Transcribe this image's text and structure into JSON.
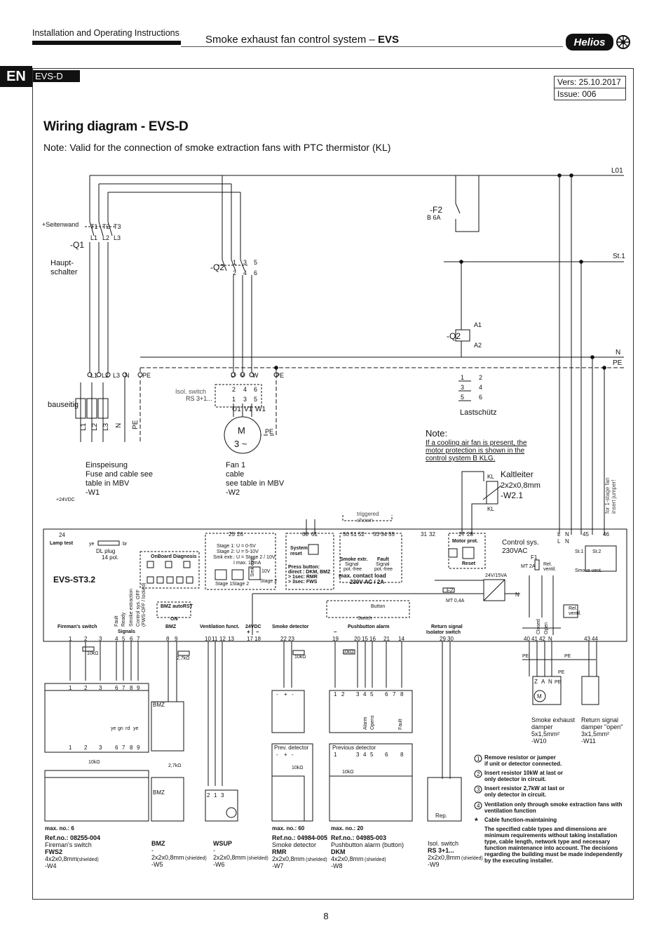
{
  "header": {
    "left": "Installation and Operating Instructions",
    "title_main": "Smoke exhaust fan control system – ",
    "title_bold": "EVS",
    "logo": "Helios"
  },
  "tabs": {
    "lang": "EN",
    "section": "EVS-D"
  },
  "version": {
    "vers": "Vers: 25.10.2017",
    "issue": "Issue: 006"
  },
  "diagram": {
    "title": "Wiring diagram - EVS-D",
    "note": "Note: Valid for the connection of smoke extraction fans with PTC thermistor (KL)"
  },
  "rails": {
    "l01": "L01",
    "st1": "St.1",
    "n": "N",
    "pe": "PE"
  },
  "mains": {
    "seitenwand": "+Seitenwand",
    "q1": "-Q1",
    "hauptschalter_1": "Haupt-",
    "hauptschalter_2": "schalter",
    "t_terms": [
      "T1",
      "T2",
      "T3"
    ],
    "l_terms": [
      "L1",
      "L2",
      "L3"
    ],
    "bauseitig": "bauseitig",
    "supply_terms": [
      "L1",
      "L2",
      "L3",
      "N",
      "PE"
    ],
    "supply_side": [
      "L1",
      "L2",
      "L3",
      "N",
      "PE"
    ],
    "einspeisung_1": "Einspeisung",
    "einspeisung_2": "Fuse and cable see",
    "einspeisung_3": "table in MBV",
    "einspeisung_4": "-W1"
  },
  "q2": {
    "label": "-Q2",
    "top": [
      "1",
      "3",
      "5"
    ],
    "bottom": [
      "2",
      "4",
      "6"
    ],
    "coil_label": "-Q2",
    "a1": "A1",
    "a2": "A2"
  },
  "f2": {
    "label": "-F2",
    "rating": "B 6A"
  },
  "motor": {
    "terms": [
      "U",
      "V",
      "W",
      "PE"
    ],
    "isol_1": "Isol. switch",
    "isol_2": "RS 3+1...",
    "rs_terms": [
      "2",
      "4",
      "6",
      "1",
      "3",
      "5"
    ],
    "outs": [
      "U1",
      "V1",
      "W1"
    ],
    "m": "M",
    "phase": "3 ~",
    "pe": "PE",
    "fan_1": "Fan 1",
    "fan_2": "cable",
    "fan_3": "see table in MBV",
    "fan_4": "-W2"
  },
  "lastschuetz": {
    "label": "Lastschütz",
    "pairs": [
      [
        "1",
        "2"
      ],
      [
        "3",
        "4"
      ],
      [
        "5",
        "6"
      ]
    ]
  },
  "cooling_note": {
    "title": "Note:",
    "l1": "If a cooling air fan is present, the",
    "l2": "motor protection is shown in the",
    "l3": "control system B KLG."
  },
  "kaltleiter": {
    "label": "Kaltleiter",
    "cable": "2x2x0,8mm",
    "w": "-W2.1",
    "kl": "KL"
  },
  "stage_fan": {
    "l1": "for 1-stage fan",
    "l2": "insert jumper!"
  },
  "controller": {
    "name": "EVS-ST3.2",
    "v24": "+24VDC",
    "lamp_test": "Lamp test",
    "ye": "ye",
    "br": "br",
    "dl_1": "DL plug",
    "dl_2": "14 pol.",
    "onboard": "OnBoard Diagnosis",
    "term24": "24",
    "stage_terms": [
      "25",
      "26"
    ],
    "stage_lines": [
      "Stage 1: U = 0-5V",
      "Stage 2: U = 5-10V",
      "Smk extr.: U = Stage 2 / 10V",
      "I max. 10mA"
    ],
    "stage_buttons": [
      "Stage 1",
      "Stage 2",
      "Smk extr.",
      "Stage 2",
      "10V"
    ],
    "sysreset_terms": [
      "60",
      "61"
    ],
    "sysreset": [
      "System",
      "reset"
    ],
    "press": [
      "Press button:",
      "direct : DKM, BMZ",
      "> 1sec: RMR",
      "> 3sec: FWS"
    ],
    "triggered_1": "triggered",
    "triggered_2": "shown",
    "smk_terms": [
      "50",
      "51",
      "52"
    ],
    "fault_terms": [
      "53",
      "54",
      "55"
    ],
    "smk_label": [
      "Smoke extr.",
      "Signal",
      "pot.-free"
    ],
    "fault_label": [
      "Fault",
      "Signal",
      "pot.-free"
    ],
    "contact": [
      "max. contact load",
      "230V AC / 2A"
    ],
    "t3132": [
      "31",
      "32"
    ],
    "motor_prot_terms": [
      "27",
      "28"
    ],
    "motor_prot": "Motor prot.",
    "reset": "Reset",
    "control_sys_1": "Control sys.",
    "control_sys_2": "230VAC",
    "ln": [
      "L",
      "N",
      "L",
      "N"
    ],
    "t4546": [
      "45",
      "46"
    ],
    "f1": "F1",
    "mt2a": "MT 2A",
    "rel_ventil": [
      "Rel.",
      "ventil."
    ],
    "st1": "St.1",
    "st2": "St.2",
    "smoke_vent": "Smoke vent.",
    "psu": "24V/15VA",
    "f2": "F2",
    "mt04": "MT 0,4A",
    "n": "N",
    "bmz_autorst": "BMZ autoRST",
    "on": "ON",
    "button": "Button",
    "switch": "Switch",
    "signals_rot": [
      "Fault",
      "Ready",
      "Smoke extraction",
      "Control sys. OFF",
      "(FWS-OFF / locked)"
    ],
    "signals": "Signals",
    "rel_ventil2": [
      "Rel.",
      "ventil."
    ],
    "cl_op": [
      "Closed",
      "Open"
    ]
  },
  "bottom_terms": {
    "fireman": "Fireman's switch",
    "bmz": "BMZ",
    "vent": "Ventilation funct.",
    "v24dc": "24VDC",
    "pm": [
      "+",
      "–"
    ],
    "smoke_det": "Smoke detector",
    "pushbutton": "Pushbutton alarm",
    "return_1": "Return signal",
    "return_2": "Isolator switch",
    "nums_a": [
      "1",
      "2",
      "3",
      "4",
      "5",
      "6",
      "7"
    ],
    "nums_b": [
      "8",
      "9"
    ],
    "nums_c": [
      "10",
      "11",
      "12",
      "13"
    ],
    "nums_d": [
      "17",
      "18"
    ],
    "nums_e": [
      "22",
      "23"
    ],
    "nums_f": [
      "19",
      "20",
      "15",
      "16",
      "21",
      "14"
    ],
    "nums_g": [
      "29",
      "30"
    ],
    "nums_h": [
      "40",
      "41",
      "42",
      "N"
    ],
    "nums_i": [
      "43",
      "44"
    ],
    "minus": "–"
  },
  "resistors": {
    "r10k": "10kΩ",
    "r27k": "2,7kΩ"
  },
  "fws_device": {
    "terms": [
      "1",
      "2",
      "3",
      "6",
      "7",
      "8",
      "9"
    ],
    "colors": [
      "ye",
      "gn",
      "rd",
      "ye"
    ],
    "top_nums": [
      "1",
      "2",
      "3",
      "6",
      "7",
      "8",
      "9"
    ],
    "maxno": "max. no.: 6",
    "ref": "Ref.no.: 08255-004",
    "name": "Fireman's switch",
    "code": "FWS2",
    "cable": "4x2x0,8mm",
    "shielded": "(shielded)",
    "w": "-W4"
  },
  "bmz_device": {
    "label": "BMZ",
    "code": "BMZ",
    "dash": "-",
    "cable": "2x2x0,8mm",
    "shielded": "(shielded)",
    "w": "-W5"
  },
  "wsup_device": {
    "terms": [
      "2",
      "1",
      "3"
    ],
    "code": "WSUP",
    "dash": "-",
    "cable": "2x2x0,8mm",
    "shielded": "(shielded)",
    "w": "-W6"
  },
  "smoke_device": {
    "terms": [
      "-",
      "+",
      "-"
    ],
    "prev": "Prev. detector",
    "prev_terms": [
      "-",
      "+",
      "-"
    ],
    "maxno": "max. no.: 60",
    "ref": "Ref.no.: 04984-005",
    "name": "Smoke detector",
    "code": "RMR",
    "cable": "2x2x0,8mm",
    "shielded": "(shielded)",
    "w": "-W7"
  },
  "dkm_device": {
    "terms": [
      "1",
      "2",
      "3",
      "4",
      "5",
      "6",
      "7",
      "8"
    ],
    "prev": "Previous detector",
    "prev_terms": [
      "1",
      "3",
      "4",
      "5",
      "6",
      "8"
    ],
    "labels": [
      "Alarm",
      "Opens",
      "Fault"
    ],
    "maxno": "max. no.: 20",
    "ref": "Ref.no.: 04985-003",
    "name": "Pushbutton alarm (button)",
    "code": "DKM",
    "cable": "4x2x0,8mm",
    "shielded": "(shielded)",
    "w": "-W8"
  },
  "isol_device": {
    "rep": "Rep.",
    "name": "Isol. switch",
    "code": "RS 3+1...",
    "cable": "2x2x0,8mm",
    "shielded": "(shielded)",
    "w": "-W9"
  },
  "damper": {
    "pe1": "PE",
    "pe2": "PE",
    "pe3": "PE",
    "terms": [
      "Z",
      "A",
      "N",
      "PE"
    ],
    "m": "M",
    "smoke_1": "Smoke exhaust",
    "smoke_2": "damper",
    "smoke_3": "5x1,5mm²",
    "smoke_4": "-W10",
    "ret_1": "Return signal",
    "ret_2": "damper \"open\"",
    "ret_3": "3x1,5mm²",
    "ret_4": "-W11"
  },
  "legend": {
    "n1": "1",
    "n2": "2",
    "n3": "3",
    "n4": "4",
    "i1a": "Remove resistor or jumper",
    "i1b": "if unit or detector connected.",
    "i2a": "Insert resistor 10kW at last or",
    "i2b": "only detector in circuit.",
    "i3a": "Insert resistor 2,7kW at last or",
    "i3b": "only detector in circuit.",
    "i4a": "Ventilation only through smoke extraction fans with",
    "i4b": "ventilation function",
    "star": "*",
    "cable_fm": "Cable function-maintaining",
    "p1": "The specified cable types and dimensions are",
    "p2": "minimum requirements without taking installation",
    "p3": "type, cable length, network type and necessary",
    "p4": "function maintenance into account. The decisions",
    "p5": "regarding the building must be made independently",
    "p6": "by the executing installer."
  },
  "footer": {
    "page": "8"
  }
}
